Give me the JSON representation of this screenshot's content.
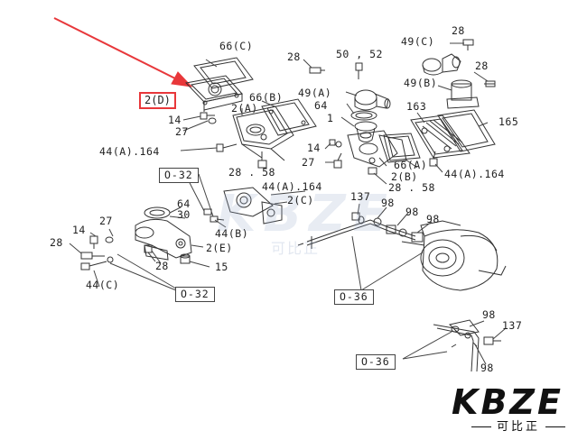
{
  "labels": {
    "p66c": "66(C)",
    "p28_top": "28",
    "p50_52": "50 , 52",
    "p49c": "49(C)",
    "p28_tr": "28",
    "p28_tr2": "28",
    "p66b": "66(B)",
    "p2a": "2(A)",
    "p49a": "49(A)",
    "p49b": "49(B)",
    "p64_top": "64",
    "p163": "163",
    "p165": "165",
    "p1": "1",
    "p14_a": "14",
    "p27_a": "27",
    "p44a164_a": "44(A).164",
    "p28_58_a": "28 . 58",
    "p14_b": "14",
    "p27_b": "27",
    "p66a": "66(A)",
    "p2b": "2(B)",
    "p28_58_b": "28 . 58",
    "p44a164_b": "44(A).164",
    "p44a164_c": "44(A).164",
    "p2c": "2(C)",
    "p137_a": "137",
    "p98_a": "98",
    "p98_b": "98",
    "p98_c": "98",
    "p64_mid": "64",
    "p30": "30",
    "p14_c": "14",
    "p27_c": "27",
    "p28_c": "28",
    "p44b": "44(B)",
    "p2e": "2(E)",
    "p28_d": "28",
    "p15": "15",
    "p44c": "44(C)",
    "p98_d": "98",
    "p137_b": "137",
    "p98_e": "98"
  },
  "refs": {
    "r_o32_a": "O-32",
    "r_o32_b": "O-32",
    "r_o36_a": "O-36",
    "r_o36_b": "O-36"
  },
  "highlight": {
    "label": "2(D)",
    "color": "#e8373a"
  },
  "watermark": {
    "text": "KBZE",
    "sub": "可比正"
  },
  "logo": {
    "text": "KBZE",
    "sub": "可比正"
  }
}
